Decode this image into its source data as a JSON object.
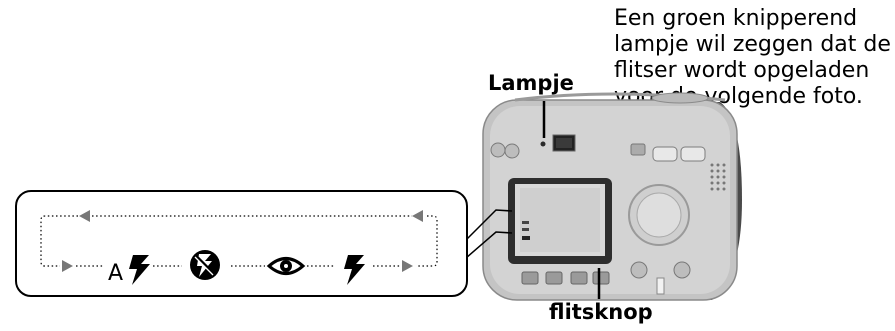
{
  "note": {
    "lines": [
      "Een groen knipperend",
      "lampje wil zeggen dat de",
      "flitser wordt opgeladen",
      "voor de volgende foto."
    ]
  },
  "labels": {
    "lamp": "Lampje",
    "flash_button": "flitsknop"
  },
  "flash_cycle": {
    "auto_prefix": "A",
    "modes": [
      "auto-flash-icon",
      "flash-off-icon",
      "red-eye-reduction-icon",
      "fill-flash-icon"
    ]
  }
}
